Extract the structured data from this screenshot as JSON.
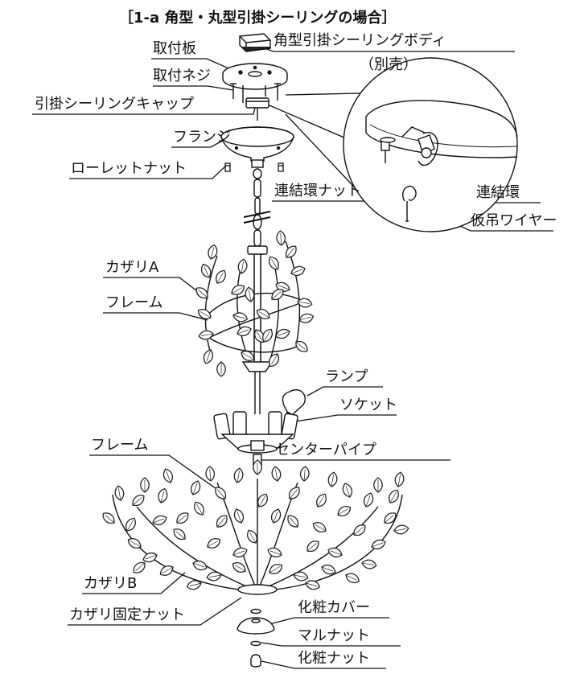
{
  "title": "［1-a 角型・丸型引掛シーリングの場合］",
  "labels": {
    "ceiling_body": "角型引掛シーリングボディ",
    "sold_separately": "（別売）",
    "mounting_plate": "取付板",
    "mounting_screw": "取付ネジ",
    "ceiling_cap": "引掛シーリングキャップ",
    "flange": "フランジ",
    "knurled_nut": "ローレットナット",
    "ring_nut": "連結環ナット",
    "ring": "連結環",
    "temp_wire": "仮吊ワイヤー",
    "deco_a": "カザリA",
    "frame_upper": "フレーム",
    "lamp": "ランプ",
    "socket": "ソケット",
    "center_pipe": "センターパイプ",
    "frame_lower": "フレーム",
    "deco_b": "カザリB",
    "deco_fix_nut": "カザリ固定ナット",
    "cosmetic_cover": "化粧カバー",
    "round_nut": "マルナット",
    "cosmetic_nut": "化粧ナット"
  }
}
